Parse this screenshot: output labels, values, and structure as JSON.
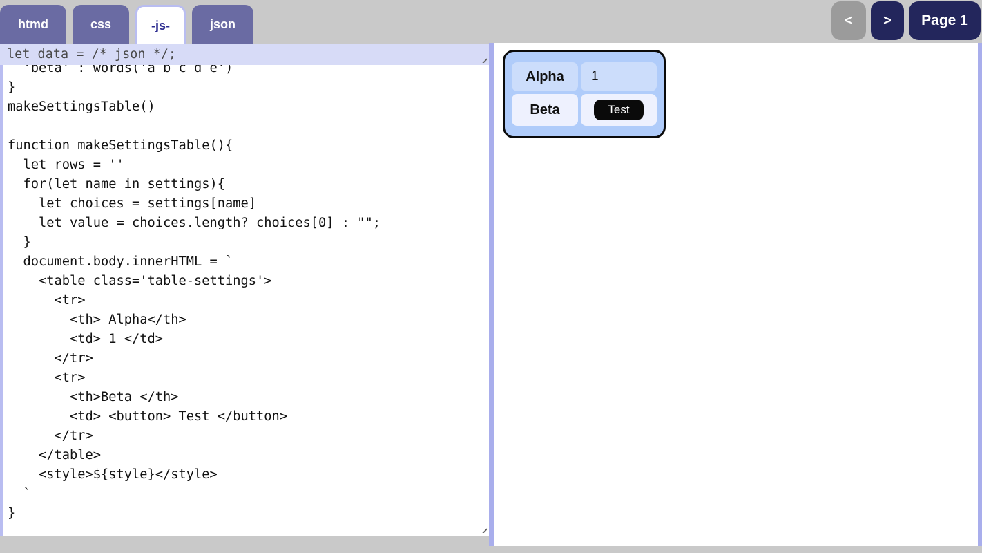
{
  "tabs": {
    "items": [
      {
        "label": "htmd",
        "active": false
      },
      {
        "label": "css",
        "active": false
      },
      {
        "label": "-js-",
        "active": true
      },
      {
        "label": "json",
        "active": false
      }
    ]
  },
  "pager": {
    "prev": "<",
    "next": ">",
    "page": "Page 1"
  },
  "editor": {
    "data_line": "let data = /* json */;",
    "code": "  'beta' : words('a b c d e')\n}\nmakeSettingsTable()\n\nfunction makeSettingsTable(){\n  let rows = ''\n  for(let name in settings){\n    let choices = settings[name]\n    let value = choices.length? choices[0] : \"\";\n  }\n  document.body.innerHTML = `\n    <table class='table-settings'>\n      <tr>\n        <th> Alpha</th>\n        <td> 1 </td>\n      </tr>\n      <tr>\n        <th>Beta </th>\n        <td> <button> Test </button>\n      </tr>\n    </table>\n    <style>${style}</style>\n  `\n}"
  },
  "preview": {
    "rows": [
      {
        "header": "Alpha",
        "value": "1"
      },
      {
        "header": "Beta",
        "button_label": "Test"
      }
    ]
  },
  "colors": {
    "tab_purple": "#6a6ba3",
    "active_tab_text": "#2b2b8f",
    "navy_button": "#23265c",
    "gray_button": "#9b9b9b",
    "highlight_lavender": "#d7dbf7",
    "periwinkle_border": "#a9aeec",
    "table_background": "#b0ccfa",
    "row1_cell": "#ccddfb",
    "row2_cell": "#eef1fe",
    "button_black": "#0a0a0a",
    "page_background": "#c9c9c9"
  }
}
